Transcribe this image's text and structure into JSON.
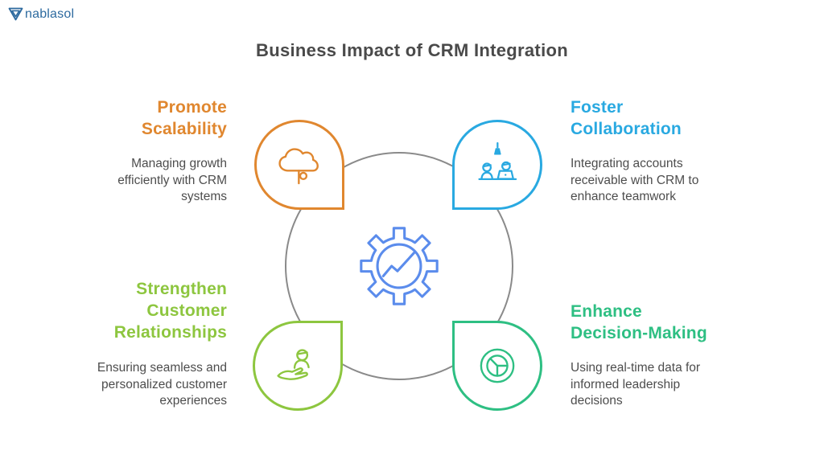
{
  "logo": {
    "text": "nablasol",
    "color": "#2d6a9f",
    "icon": "nabla-icon"
  },
  "title": {
    "text": "Business Impact of CRM Integration",
    "color": "#4a4a4a"
  },
  "diagram": {
    "ring_color": "#8a8a8a",
    "center": {
      "icon": "gear-analytics-icon",
      "color": "#5b8cec"
    }
  },
  "quadrants": [
    {
      "position": "top-left",
      "heading": "Promote Scalability",
      "heading_lines": [
        "Promote",
        "Scalability"
      ],
      "description": "Managing growth efficiently with CRM systems",
      "color": "#e0872f",
      "icon": "cloud-network-icon"
    },
    {
      "position": "top-right",
      "heading": "Foster Collaboration",
      "heading_lines": [
        "Foster",
        "Collaboration"
      ],
      "description": "Integrating accounts receivable with CRM to enhance teamwork",
      "color": "#29a9e1",
      "icon": "teamwork-icon"
    },
    {
      "position": "bottom-left",
      "heading": "Strengthen Customer Relationships",
      "heading_lines": [
        "Strengthen",
        "Customer",
        "Relationships"
      ],
      "description": "Ensuring seamless and personalized customer experiences",
      "color": "#8dc63f",
      "icon": "customer-care-icon"
    },
    {
      "position": "bottom-right",
      "heading": "Enhance Decision-Making",
      "heading_lines": [
        "Enhance",
        "Decision-Making"
      ],
      "description": "Using real-time data for informed leadership decisions",
      "color": "#2ebf83",
      "icon": "pie-chart-icon"
    }
  ]
}
